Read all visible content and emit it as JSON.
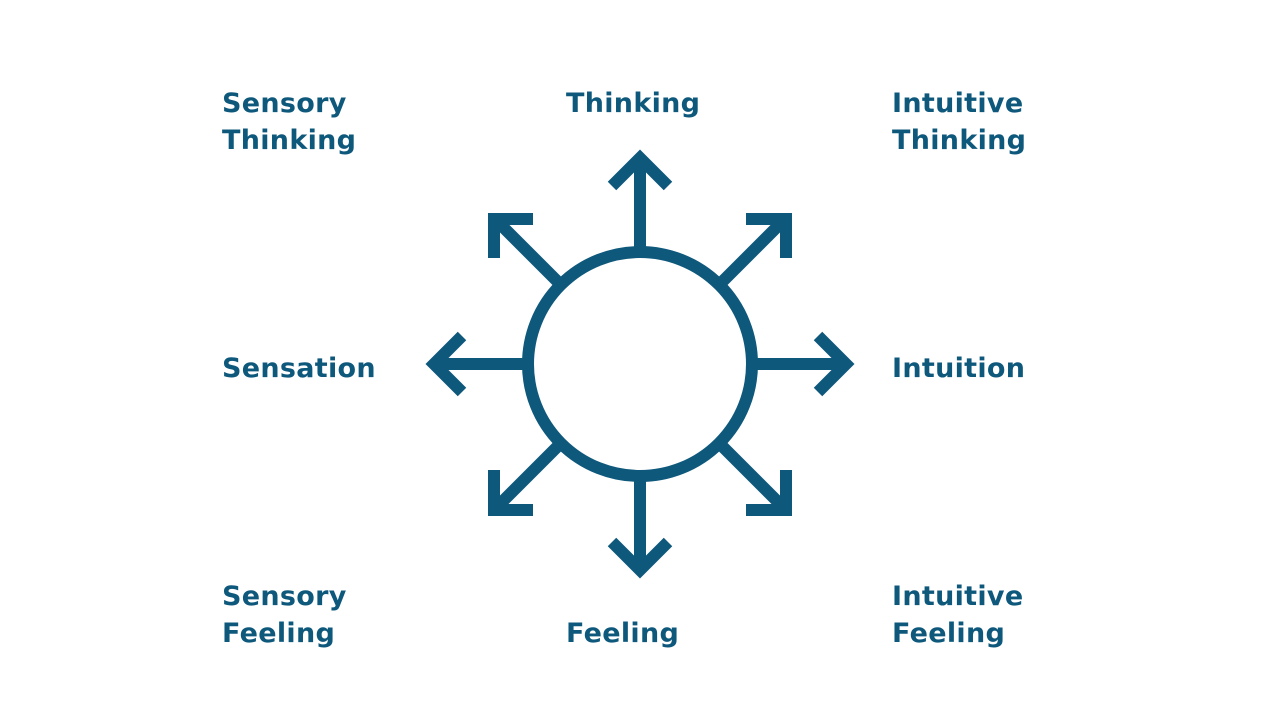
{
  "colors": {
    "accent": "#0e587c",
    "background": "#ffffff"
  },
  "center": {
    "shape": "circle",
    "label": ""
  },
  "labels": {
    "top_left": [
      "Sensory",
      "Thinking"
    ],
    "top": [
      "Thinking"
    ],
    "top_right": [
      "Intuitive",
      "Thinking"
    ],
    "left": [
      "Sensation"
    ],
    "right": [
      "Intuition"
    ],
    "bottom_left": [
      "Sensory",
      "Feeling"
    ],
    "bottom": [
      "Feeling"
    ],
    "bottom_right": [
      "Intuitive",
      "Feeling"
    ]
  },
  "arrows": [
    "up",
    "up-right",
    "right",
    "down-right",
    "down",
    "down-left",
    "left",
    "up-left"
  ]
}
